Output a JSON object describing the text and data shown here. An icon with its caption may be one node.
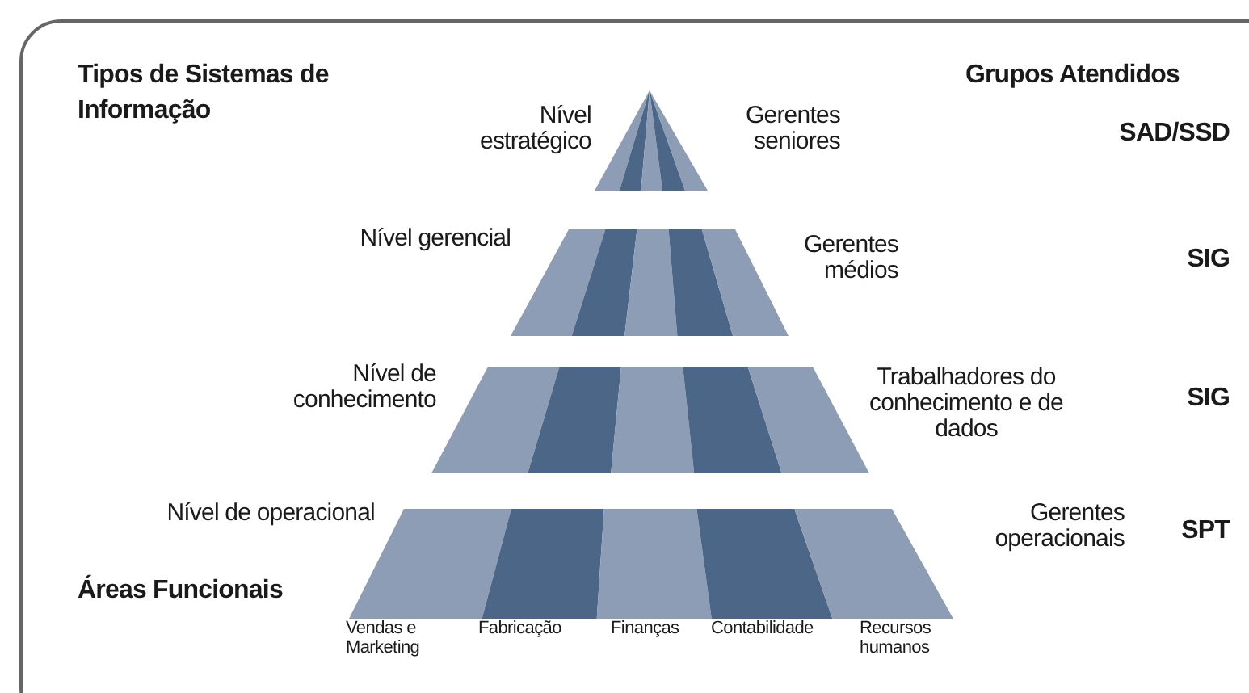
{
  "diagram": {
    "labels": [
      "Tipos de Sistemas de Informação",
      "Grupos Atendidos",
      "Nível estratégico",
      "Gerentes seniores",
      "SAD/SSD",
      "Nível gerencial",
      "Gerentes médios",
      "SIG",
      "Nível de conhecimento",
      "Trabalhadores do conhecimento e de dados",
      "SIG",
      "Nível de operacional",
      "Gerentes operacionais",
      "SPT",
      "Áreas Funcionais",
      "Vendas e Marketing",
      "Fabricação",
      "Finanças",
      "Contabilidade",
      "Recursos humanos"
    ]
  }
}
